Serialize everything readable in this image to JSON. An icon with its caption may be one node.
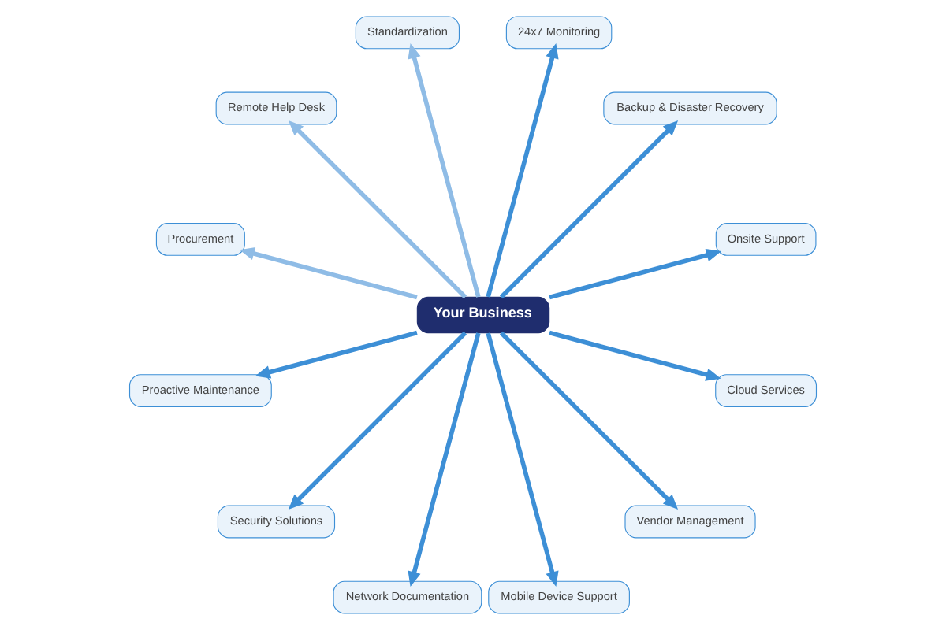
{
  "diagram": {
    "nodes": [
      {
        "text": [
          "Your Business"
        ]
      },
      {
        "text": [
          "24x7 Monitoring"
        ]
      },
      {
        "text": [
          "Backup & Disaster Recovery"
        ]
      },
      {
        "text": [
          "Onsite Support"
        ]
      },
      {
        "text": [
          "Cloud Services"
        ]
      },
      {
        "text": [
          "Vendor Management"
        ]
      },
      {
        "text": [
          "Mobile Device Support"
        ]
      },
      {
        "text": [
          "Network Documentation"
        ]
      },
      {
        "text": [
          "Security Solutions"
        ]
      },
      {
        "text": [
          "Proactive Maintenance"
        ]
      },
      {
        "text": [
          "Procurement"
        ]
      },
      {
        "text": [
          "Remote Help Desk"
        ]
      },
      {
        "text": [
          "Standardization"
        ]
      }
    ],
    "edges": [
      {
        "from": 0,
        "to": 1,
        "arrow": "to"
      },
      {
        "from": 0,
        "to": 2,
        "arrow": "to"
      },
      {
        "from": 0,
        "to": 3,
        "arrow": "to"
      },
      {
        "from": 0,
        "to": 4,
        "arrow": "to"
      },
      {
        "from": 0,
        "to": 5,
        "arrow": "to"
      },
      {
        "from": 0,
        "to": 6,
        "arrow": "to"
      },
      {
        "from": 0,
        "to": 7,
        "arrow": "to"
      },
      {
        "from": 0,
        "to": 8,
        "arrow": "to"
      },
      {
        "from": 0,
        "to": 9,
        "arrow": "to"
      },
      {
        "from": 0,
        "to": 10,
        "arrow": "to",
        "color": "#8fbce6"
      },
      {
        "from": 0,
        "to": 11,
        "arrow": "to",
        "color": "#8fbce6"
      },
      {
        "from": 0,
        "to": 12,
        "arrow": "to",
        "color": "#8fbce6"
      }
    ]
  }
}
